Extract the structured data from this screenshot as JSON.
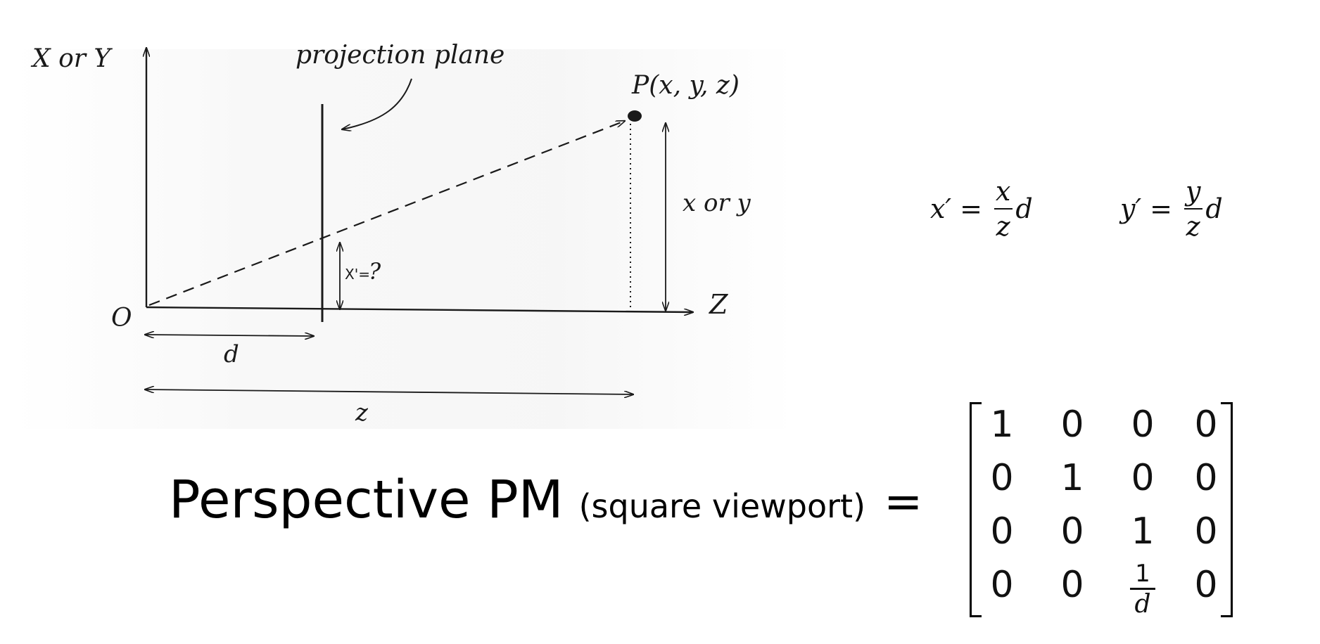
{
  "diagram": {
    "axis_vertical_label": "X or Y",
    "axis_horizontal_label": "Z",
    "origin_label": "O",
    "plane_label": "projection plane",
    "point_label": "P(x, y, z)",
    "height_label": "x or y",
    "projected_label": "X'=",
    "projected_question": "?",
    "distance_d_label": "d",
    "distance_z_label": "z"
  },
  "equations": {
    "x_prime": {
      "lhs": "x′",
      "eq": "=",
      "num": "x",
      "den": "z",
      "factor": "d"
    },
    "y_prime": {
      "lhs": "y′",
      "eq": "=",
      "num": "y",
      "den": "z",
      "factor": "d"
    }
  },
  "formula": {
    "title": "Perspective PM",
    "qualifier": "(square viewport)",
    "equals": "="
  },
  "matrix": {
    "rows": [
      [
        "1",
        "0",
        "0",
        "0"
      ],
      [
        "0",
        "1",
        "0",
        "0"
      ],
      [
        "0",
        "0",
        "1",
        "0"
      ],
      [
        "0",
        "0",
        "1/d",
        "0"
      ]
    ],
    "frac_num": "1",
    "frac_den": "d"
  },
  "colors": {
    "ink": "#111111",
    "background": "#ffffff"
  }
}
